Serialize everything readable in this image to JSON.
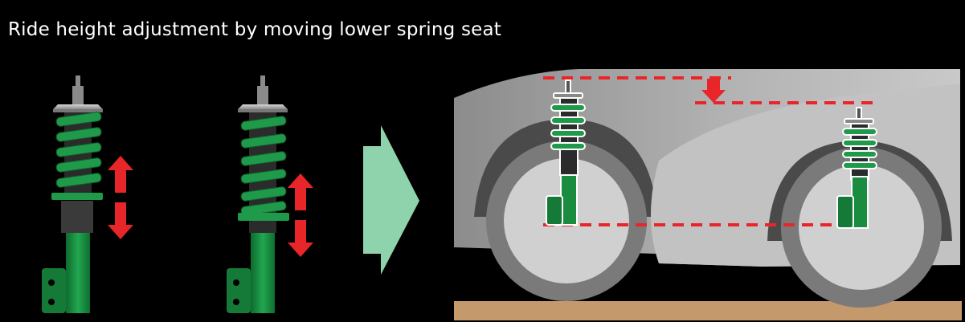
{
  "title": "Ride height adjustment by moving lower spring seat",
  "colors": {
    "background": "#000000",
    "coil_green": "#1f9a4a",
    "body_green": "#168a3c",
    "arrow_red": "#e8262a",
    "transition_arrow": "#8fd3ad",
    "car_body": "#a8a8a8",
    "wheel": "#d0d0d0",
    "ground": "#c49a6c",
    "guide_line": "#e8262a"
  },
  "icons": {
    "adjust_arrow": "double-vertical-arrow",
    "transition": "right-chevron-arrow",
    "lower": "down-arrow"
  }
}
